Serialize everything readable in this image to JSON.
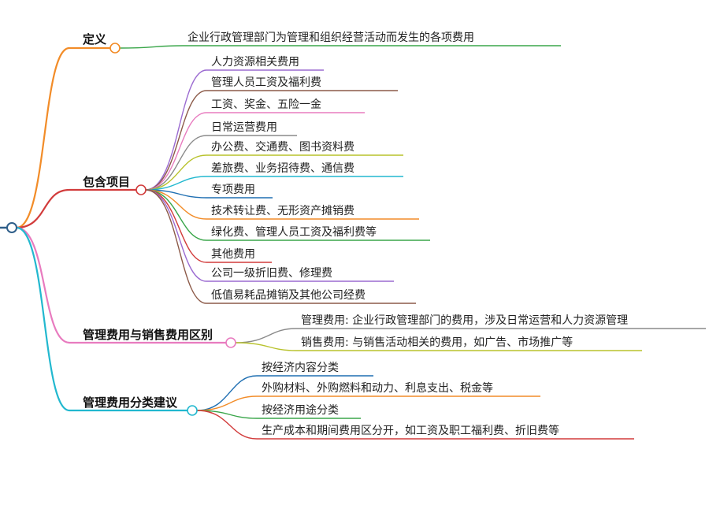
{
  "mindmap": {
    "root": {
      "label": "",
      "color": "#2f5f8a"
    },
    "branches": [
      {
        "label": "定义",
        "color": "#f28c28",
        "children": [
          {
            "text": "企业行政管理部门为管理和组织经营活动而发生的各项费用",
            "color": "#3aa64a"
          }
        ]
      },
      {
        "label": "包含项目",
        "color": "#d23c3c",
        "children": [
          {
            "text": "人力资源相关费用",
            "color": "#9b6bd1"
          },
          {
            "text": "管理人员工资及福利费",
            "color": "#8c5a48"
          },
          {
            "text": "工资、奖金、五险一金",
            "color": "#e87bbf"
          },
          {
            "text": "日常运营费用",
            "color": "#8a8a8a"
          },
          {
            "text": "办公费、交通费、图书资料费",
            "color": "#b8c22c"
          },
          {
            "text": "差旅费、业务招待费、通信费",
            "color": "#22b8cf"
          },
          {
            "text": "专项费用",
            "color": "#1f6fb2"
          },
          {
            "text": "技术转让费、无形资产摊销费",
            "color": "#f28c28"
          },
          {
            "text": "绿化费、管理人员工资及福利费等",
            "color": "#3aa64a"
          },
          {
            "text": "其他费用",
            "color": "#d23c3c"
          },
          {
            "text": "公司一级折旧费、修理费",
            "color": "#9b6bd1"
          },
          {
            "text": "低值易耗品摊销及其他公司经费",
            "color": "#8c5a48"
          }
        ]
      },
      {
        "label": "管理费用与销售费用区别",
        "color": "#e87bbf",
        "children": [
          {
            "text": "管理费用: 企业行政管理部门的费用，涉及日常运营和人力资源管理",
            "color": "#8a8a8a"
          },
          {
            "text": "销售费用: 与销售活动相关的费用，如广告、市场推广等",
            "color": "#b8c22c"
          }
        ]
      },
      {
        "label": "管理费用分类建议",
        "color": "#22b8cf",
        "children": [
          {
            "text": "按经济内容分类",
            "color": "#1f6fb2"
          },
          {
            "text": "外购材料、外购燃料和动力、利息支出、税金等",
            "color": "#f28c28"
          },
          {
            "text": "按经济用途分类",
            "color": "#3aa64a"
          },
          {
            "text": "生产成本和期间费用区分开，如工资及职工福利费、折旧费等",
            "color": "#d23c3c"
          }
        ]
      }
    ]
  }
}
